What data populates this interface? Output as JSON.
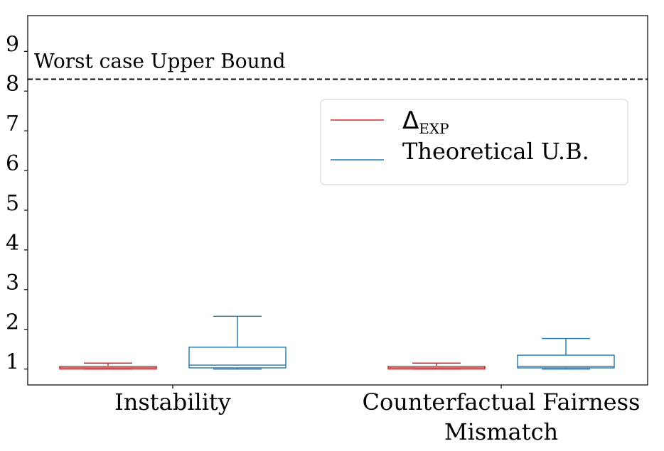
{
  "chart_data": {
    "type": "box",
    "categories": [
      "Instability",
      "Counterfactual Fairness\nMismatch"
    ],
    "ylim": [
      0.6,
      9.9
    ],
    "yticks": [
      1,
      2,
      3,
      4,
      5,
      6,
      7,
      8,
      9
    ],
    "upper_bound": {
      "value": 8.3,
      "label": "Worst case Upper Bound"
    },
    "legend": {
      "placement": "upper-right",
      "entries": [
        {
          "symbol": "Δ",
          "subscript": "EXP"
        },
        {
          "text": "Theoretical U.B."
        }
      ]
    },
    "colors": {
      "delta_exp": "#d62728",
      "theoretical_ub": "#1f77b4",
      "bound": "#000000"
    },
    "series": [
      {
        "key": "delta_exp",
        "boxes": [
          {
            "whislo": 1.0,
            "q1": 1.0,
            "med": 1.03,
            "q3": 1.07,
            "whishi": 1.15
          },
          {
            "whislo": 1.0,
            "q1": 1.0,
            "med": 1.03,
            "q3": 1.07,
            "whishi": 1.15
          }
        ]
      },
      {
        "key": "theoretical_ub",
        "boxes": [
          {
            "whislo": 1.0,
            "q1": 1.03,
            "med": 1.1,
            "q3": 1.55,
            "whishi": 2.33
          },
          {
            "whislo": 1.0,
            "q1": 1.03,
            "med": 1.07,
            "q3": 1.35,
            "whishi": 1.77
          }
        ]
      }
    ]
  }
}
